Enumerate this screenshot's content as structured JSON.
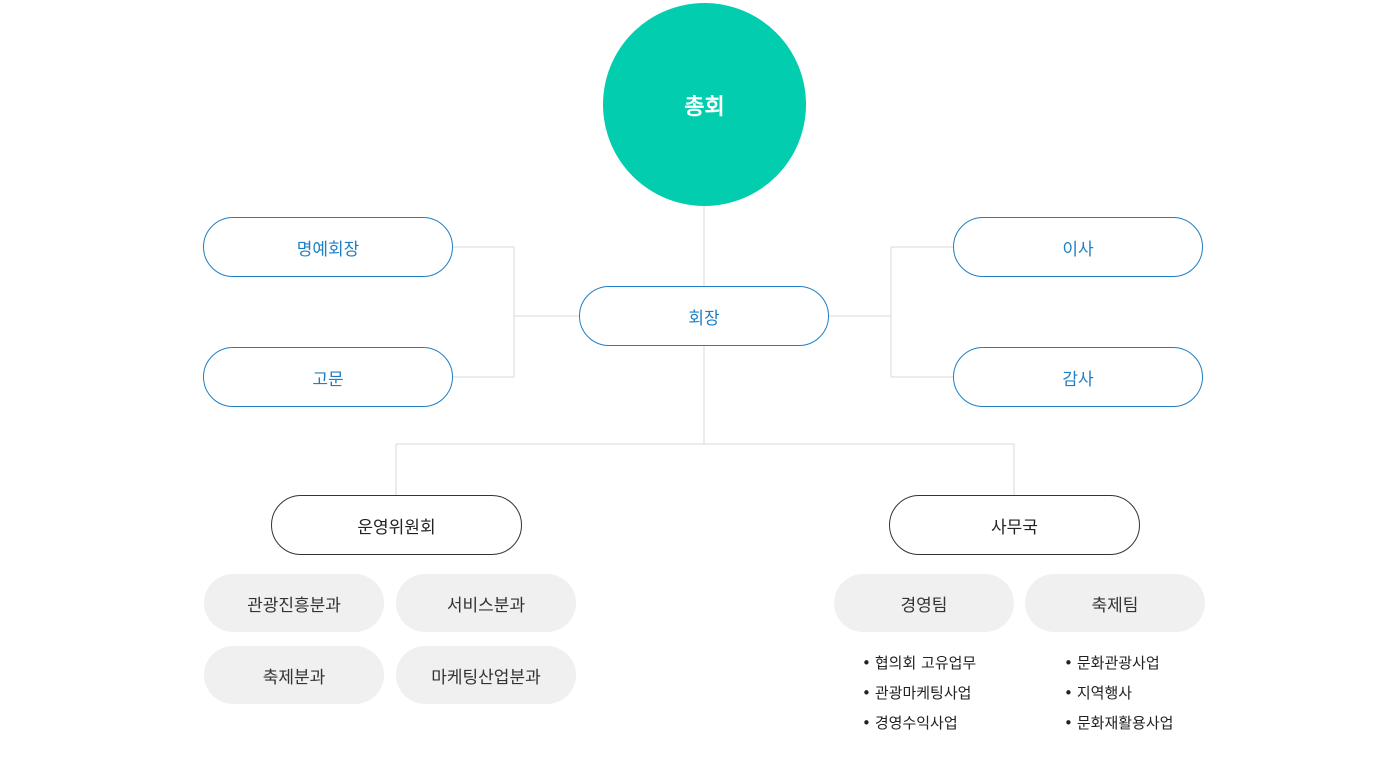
{
  "root": {
    "label": "총회"
  },
  "president": {
    "label": "회장"
  },
  "left_advisors": [
    {
      "label": "명예회장"
    },
    {
      "label": "고문"
    }
  ],
  "right_officers": [
    {
      "label": "이사"
    },
    {
      "label": "감사"
    }
  ],
  "committee": {
    "label": "운영위원회",
    "divisions": [
      {
        "label": "관광진흥분과"
      },
      {
        "label": "서비스분과"
      },
      {
        "label": "축제분과"
      },
      {
        "label": "마케팅산업분과"
      }
    ]
  },
  "secretariat": {
    "label": "사무국",
    "teams": [
      {
        "label": "경영팀",
        "duties": [
          "협의회 고유업무",
          "관광마케팅사업",
          "경영수익사업"
        ]
      },
      {
        "label": "축제팀",
        "duties": [
          "문화관광사업",
          "지역행사",
          "문화재활용사업"
        ]
      }
    ]
  },
  "colors": {
    "root_fill": "#02cdae",
    "blue_border": "#1f7fc4",
    "dark_border": "#333333",
    "pill_fill": "#f0f0f0",
    "connector": "#d9d9d9"
  }
}
